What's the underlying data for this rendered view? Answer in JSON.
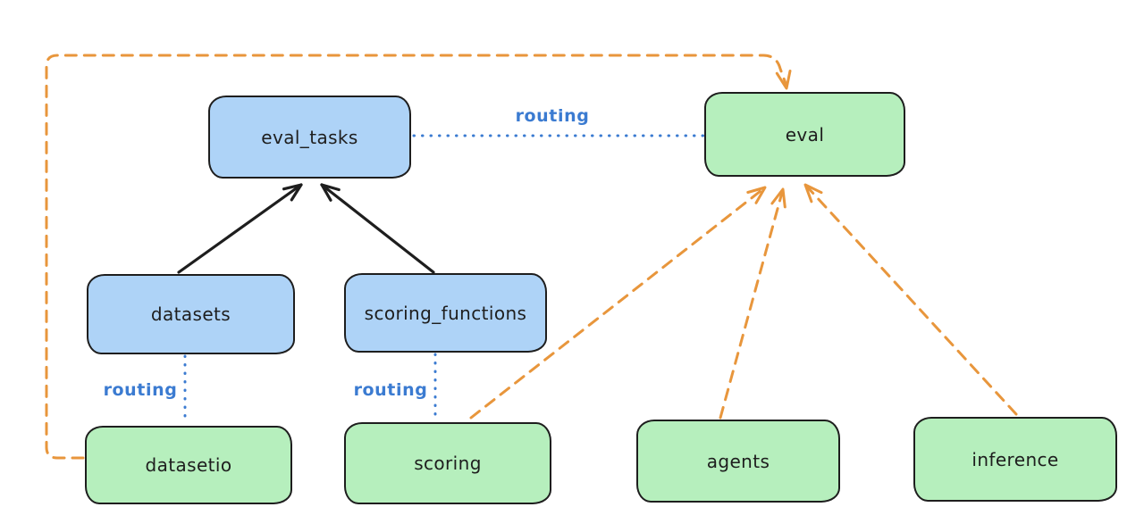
{
  "diagram": {
    "kind": "architecture-diagram",
    "background": "white"
  },
  "nodes": {
    "eval_tasks": {
      "label": "eval_tasks",
      "type": "api"
    },
    "eval": {
      "label": "eval",
      "type": "provider"
    },
    "datasets": {
      "label": "datasets",
      "type": "api"
    },
    "scoring_functions": {
      "label": "scoring_functions",
      "type": "api"
    },
    "datasetio": {
      "label": "datasetio",
      "type": "provider"
    },
    "scoring": {
      "label": "scoring",
      "type": "provider"
    },
    "agents": {
      "label": "agents",
      "type": "provider"
    },
    "inference": {
      "label": "inference",
      "type": "provider"
    }
  },
  "edges": [
    {
      "from": "datasets",
      "to": "eval_tasks",
      "style": "solid-arrow",
      "label": ""
    },
    {
      "from": "scoring_functions",
      "to": "eval_tasks",
      "style": "solid-arrow",
      "label": ""
    },
    {
      "from": "eval_tasks",
      "to": "eval",
      "style": "dotted",
      "label": "routing"
    },
    {
      "from": "datasets",
      "to": "datasetio",
      "style": "dotted",
      "label": "routing"
    },
    {
      "from": "scoring_functions",
      "to": "scoring",
      "style": "dotted",
      "label": "routing"
    },
    {
      "from": "datasetio",
      "to": "eval",
      "style": "dashed-arrow",
      "label": ""
    },
    {
      "from": "scoring",
      "to": "eval",
      "style": "dashed-arrow",
      "label": ""
    },
    {
      "from": "agents",
      "to": "eval",
      "style": "dashed-arrow",
      "label": ""
    },
    {
      "from": "inference",
      "to": "eval",
      "style": "dashed-arrow",
      "label": ""
    }
  ],
  "colors": {
    "background": "#ffffff",
    "stroke": "#1e1e1e",
    "api_fill": "#aed3f7",
    "provider_fill": "#b6efbd",
    "routing_line": "#3b7bd1",
    "dependency_line": "#e8963c"
  }
}
